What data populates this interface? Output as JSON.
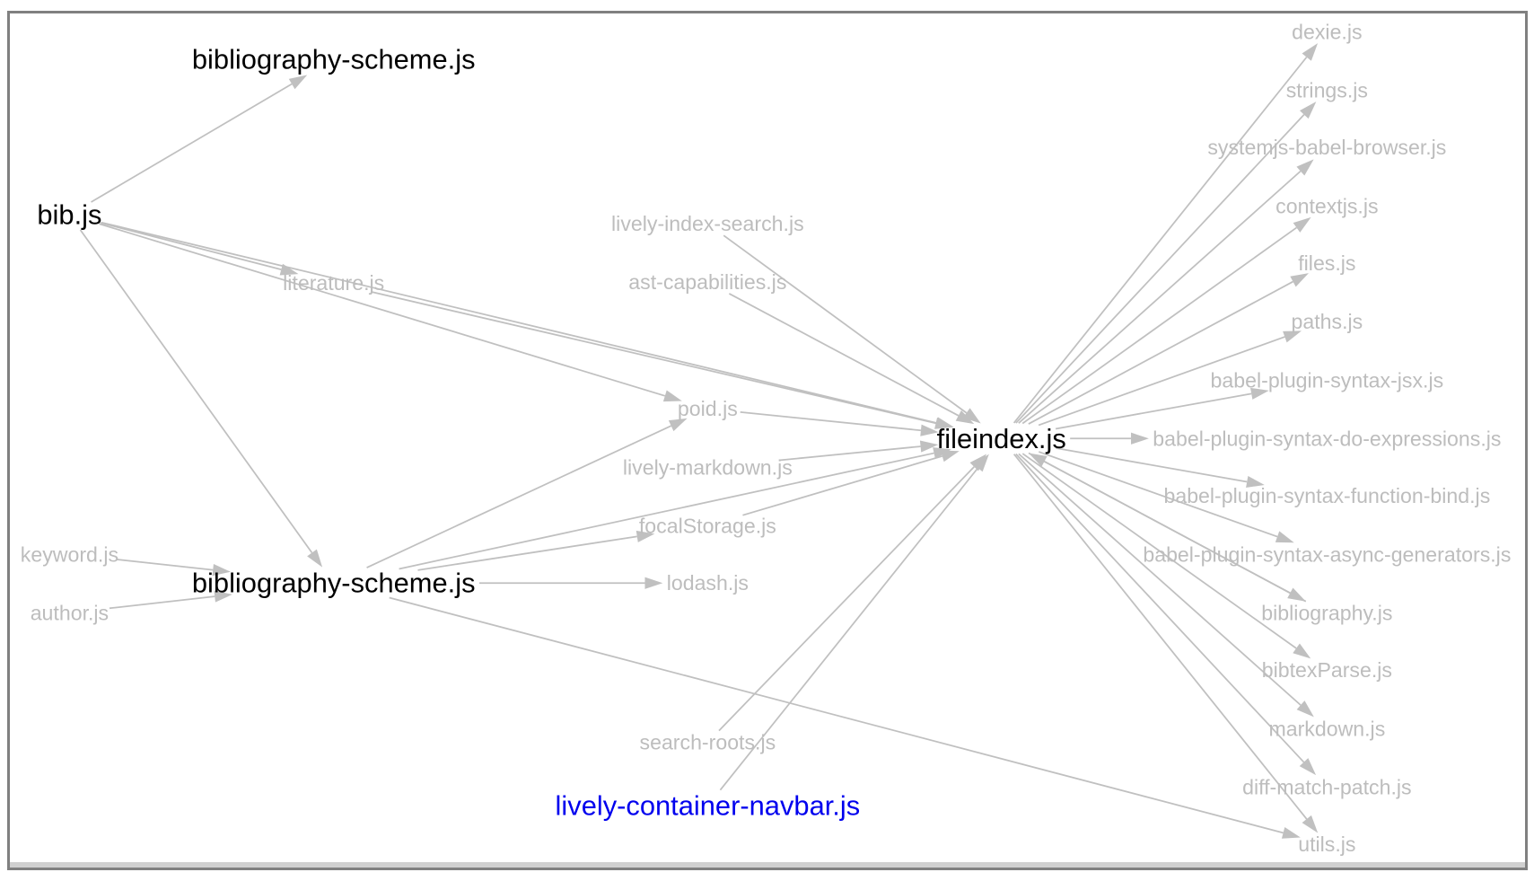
{
  "graph": {
    "edge_color": "#c0c0c0",
    "nodes": [
      {
        "id": "bibscheme_top",
        "label": "bibliography-scheme.js",
        "style": "main"
      },
      {
        "id": "bib",
        "label": "bib.js",
        "style": "main"
      },
      {
        "id": "literature",
        "label": "literature.js",
        "style": "dep"
      },
      {
        "id": "lively_index_search",
        "label": "lively-index-search.js",
        "style": "dep"
      },
      {
        "id": "ast_capabilities",
        "label": "ast-capabilities.js",
        "style": "dep"
      },
      {
        "id": "poid",
        "label": "poid.js",
        "style": "dep"
      },
      {
        "id": "lively_markdown",
        "label": "lively-markdown.js",
        "style": "dep"
      },
      {
        "id": "focalStorage",
        "label": "focalStorage.js",
        "style": "dep"
      },
      {
        "id": "lodash",
        "label": "lodash.js",
        "style": "dep"
      },
      {
        "id": "bibscheme_bottom",
        "label": "bibliography-scheme.js",
        "style": "main"
      },
      {
        "id": "keyword",
        "label": "keyword.js",
        "style": "dep"
      },
      {
        "id": "author",
        "label": "author.js",
        "style": "dep"
      },
      {
        "id": "search_roots",
        "label": "search-roots.js",
        "style": "dep"
      },
      {
        "id": "navbar",
        "label": "lively-container-navbar.js",
        "style": "link",
        "color": "#0000ee"
      },
      {
        "id": "fileindex",
        "label": "fileindex.js",
        "style": "main"
      },
      {
        "id": "dexie",
        "label": "dexie.js",
        "style": "dep"
      },
      {
        "id": "strings",
        "label": "strings.js",
        "style": "dep"
      },
      {
        "id": "systemjs",
        "label": "systemjs-babel-browser.js",
        "style": "dep"
      },
      {
        "id": "contextjs",
        "label": "contextjs.js",
        "style": "dep"
      },
      {
        "id": "files",
        "label": "files.js",
        "style": "dep"
      },
      {
        "id": "paths",
        "label": "paths.js",
        "style": "dep"
      },
      {
        "id": "jsx",
        "label": "babel-plugin-syntax-jsx.js",
        "style": "dep"
      },
      {
        "id": "doexpr",
        "label": "babel-plugin-syntax-do-expressions.js",
        "style": "dep"
      },
      {
        "id": "fbind",
        "label": "babel-plugin-syntax-function-bind.js",
        "style": "dep"
      },
      {
        "id": "asyncgen",
        "label": "babel-plugin-syntax-async-generators.js",
        "style": "dep"
      },
      {
        "id": "bibliography",
        "label": "bibliography.js",
        "style": "dep"
      },
      {
        "id": "bibtexParse",
        "label": "bibtexParse.js",
        "style": "dep"
      },
      {
        "id": "markdown",
        "label": "markdown.js",
        "style": "dep"
      },
      {
        "id": "diffpatch",
        "label": "diff-match-patch.js",
        "style": "dep"
      },
      {
        "id": "utils",
        "label": "utils.js",
        "style": "dep"
      }
    ],
    "edges": [
      [
        "bib",
        "bibscheme_top"
      ],
      [
        "bib",
        "literature"
      ],
      [
        "bib",
        "poid"
      ],
      [
        "bib",
        "fileindex"
      ],
      [
        "bib",
        "bibscheme_bottom"
      ],
      [
        "literature",
        "fileindex"
      ],
      [
        "lively_index_search",
        "fileindex"
      ],
      [
        "ast_capabilities",
        "fileindex"
      ],
      [
        "poid",
        "fileindex"
      ],
      [
        "lively_markdown",
        "fileindex"
      ],
      [
        "focalStorage",
        "fileindex"
      ],
      [
        "bibscheme_bottom",
        "poid"
      ],
      [
        "bibscheme_bottom",
        "fileindex"
      ],
      [
        "bibscheme_bottom",
        "focalStorage"
      ],
      [
        "bibscheme_bottom",
        "lodash"
      ],
      [
        "bibscheme_bottom",
        "utils"
      ],
      [
        "keyword",
        "bibscheme_bottom"
      ],
      [
        "author",
        "bibscheme_bottom"
      ],
      [
        "search_roots",
        "fileindex"
      ],
      [
        "navbar",
        "fileindex"
      ],
      [
        "fileindex",
        "dexie"
      ],
      [
        "fileindex",
        "strings"
      ],
      [
        "fileindex",
        "systemjs"
      ],
      [
        "fileindex",
        "contextjs"
      ],
      [
        "fileindex",
        "files"
      ],
      [
        "fileindex",
        "paths"
      ],
      [
        "fileindex",
        "jsx"
      ],
      [
        "fileindex",
        "doexpr"
      ],
      [
        "fileindex",
        "fbind"
      ],
      [
        "fileindex",
        "asyncgen"
      ],
      [
        "fileindex",
        "bibliography"
      ],
      [
        "fileindex",
        "bibtexParse"
      ],
      [
        "fileindex",
        "markdown"
      ],
      [
        "fileindex",
        "diffpatch"
      ],
      [
        "fileindex",
        "utils"
      ],
      [
        "bibliography",
        "fileindex"
      ]
    ]
  }
}
